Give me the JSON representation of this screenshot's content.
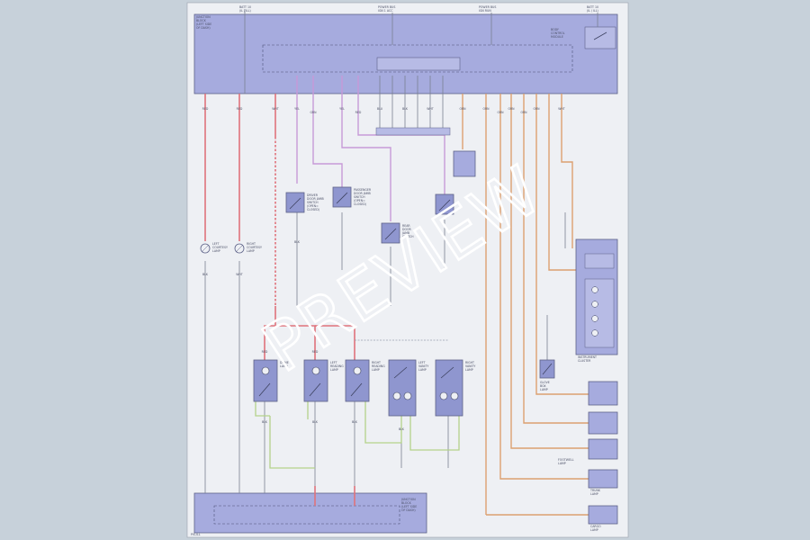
{
  "watermark": "PREVIEW",
  "colors": {
    "background": "#c7d1da",
    "sheet": "#eef0f4",
    "module_fill": "#a6abde",
    "switch_fill": "#8f96cf",
    "wire_red": "#e0727b",
    "wire_pink": "#c79ad8",
    "wire_orange": "#dca070",
    "wire_green": "#b4d28a",
    "watermark": "#ffffff"
  },
  "labels": {
    "top_junction": [
      "JUNCTION",
      "BLOCK",
      "(LEFT SIDE",
      "OF DASH)"
    ],
    "batt_left": [
      "BATT 10",
      "(IL / ILL)"
    ],
    "power_mid": [
      "POWER BUS",
      "IGN 1 ACC"
    ],
    "power_right": [
      "POWER BUS",
      "IGN RUN"
    ],
    "batt_right": [
      "BATT 10",
      "(IL / ILL)"
    ],
    "body_module": [
      "BODY",
      "CONTROL",
      "MODULE"
    ],
    "left_courtesy": [
      "LEFT",
      "COURTESY",
      "LAMP"
    ],
    "right_courtesy": [
      "RIGHT",
      "COURTESY",
      "LAMP"
    ],
    "driver_door": [
      "DRIVER",
      "DOOR JAMB",
      "SWITCH",
      "(OPEN=",
      "CLOSED)"
    ],
    "passenger_door": [
      "PASSENGER",
      "DOOR JAMB",
      "SWITCH",
      "(OPEN=",
      "CLOSED)"
    ],
    "rear_door": [
      "REAR",
      "DOOR",
      "JAMB",
      "SWITCH"
    ],
    "dome_lamp": [
      "DOME",
      "LAMP"
    ],
    "left_reading": [
      "LEFT",
      "READING",
      "LAMP"
    ],
    "right_reading": [
      "RIGHT",
      "READING",
      "LAMP"
    ],
    "left_vanity": [
      "LEFT",
      "VANITY",
      "LAMP"
    ],
    "right_vanity": [
      "RIGHT",
      "VANITY",
      "LAMP"
    ],
    "bottom_junction": [
      "JUNCTION",
      "BLOCK",
      "(LEFT SIDE",
      "OF DASH)"
    ],
    "instrument_cluster": [
      "INSTRUMENT",
      "CLUSTER"
    ],
    "glove_box": [
      "GLOVE",
      "BOX",
      "LAMP"
    ],
    "trunk_lamp": [
      "TRUNK",
      "LAMP"
    ],
    "cargo_lamp": [
      "CARGO",
      "LAMP"
    ],
    "footwell": [
      "FOOTWELL",
      "LAMP"
    ],
    "page_tag": "PIS-ILL"
  },
  "wire_codes": {
    "row1": [
      "RED",
      "RED",
      "WHT",
      "YEL",
      "GRN",
      "YEL",
      "RED",
      "BLU",
      "BLK",
      "WHT",
      "ORN",
      "ORN",
      "ORN",
      "ORN",
      "ORN",
      "ORN",
      "WHT"
    ],
    "row2": [
      "BLK",
      "WHT",
      "BLK",
      "RED",
      "BLK",
      "RED",
      "BLK",
      "BLK",
      "BLK"
    ]
  }
}
